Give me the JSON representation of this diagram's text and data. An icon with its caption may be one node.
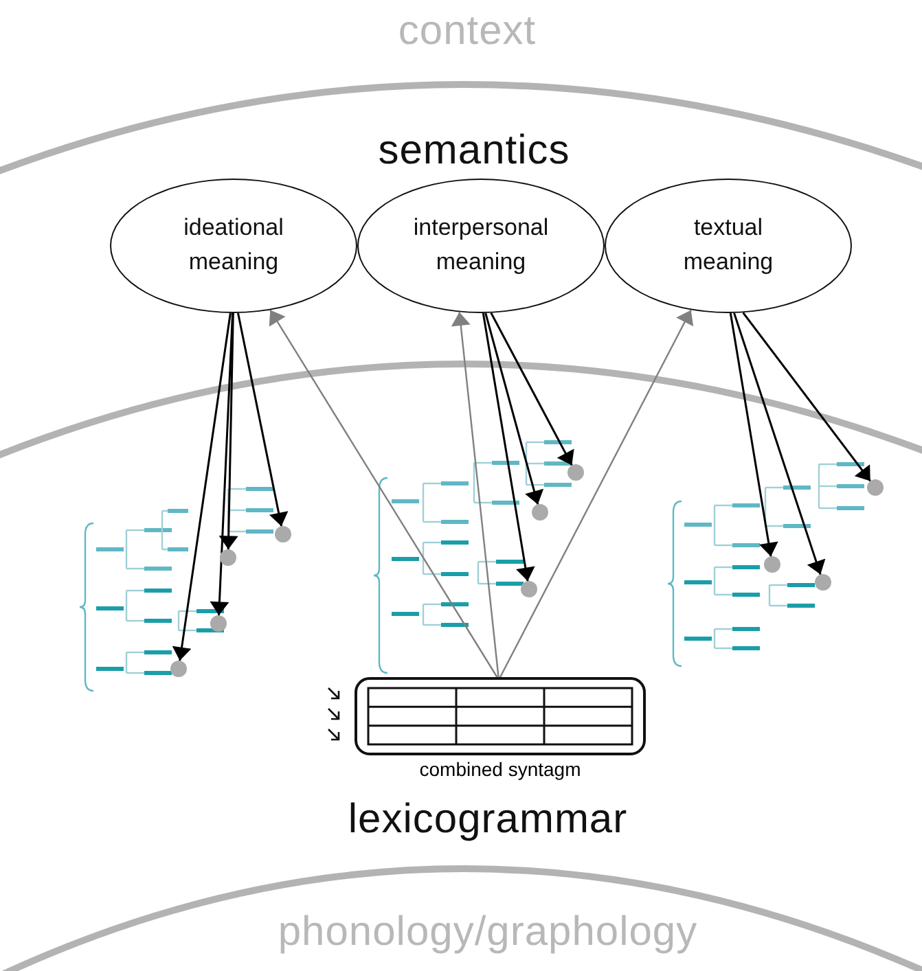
{
  "diagram": {
    "nodes": [
      {
        "text": [
          "ideational meaning"
        ]
      },
      {
        "text": [
          "interpersonal meaning"
        ]
      },
      {
        "text": [
          "textual meaning"
        ]
      },
      {
        "text": [],
        "shape": "circle"
      },
      {
        "text": [],
        "shape": "circle"
      },
      {
        "text": [],
        "shape": "circle"
      },
      {
        "text": [],
        "shape": "circle"
      },
      {
        "text": [],
        "shape": "circle"
      },
      {
        "text": [],
        "shape": "circle"
      },
      {
        "text": [],
        "shape": "circle"
      },
      {
        "text": [],
        "shape": "circle"
      },
      {
        "text": [],
        "shape": "circle"
      },
      {
        "text": [],
        "shape": "circle"
      },
      {
        "text": [],
        "shape": "box",
        "beside": [
          "combined syntagm"
        ]
      }
    ],
    "edges": [
      {
        "from": 0,
        "to": 3,
        "arrow": "to"
      },
      {
        "from": 0,
        "to": 4,
        "arrow": "to"
      },
      {
        "from": 0,
        "to": 5,
        "arrow": "to"
      },
      {
        "from": 0,
        "to": 6,
        "arrow": "to"
      },
      {
        "from": 1,
        "to": 7,
        "arrow": "to"
      },
      {
        "from": 1,
        "to": 8,
        "arrow": "to"
      },
      {
        "from": 1,
        "to": 9,
        "arrow": "to"
      },
      {
        "from": 2,
        "to": 10,
        "arrow": "to"
      },
      {
        "from": 2,
        "to": 11,
        "arrow": "to"
      },
      {
        "from": 2,
        "to": 12,
        "arrow": "to"
      },
      {
        "from": 13,
        "to": 0,
        "arrow": "to",
        "color": "#808080"
      },
      {
        "from": 13,
        "to": 1,
        "arrow": "to",
        "color": "#808080"
      },
      {
        "from": 13,
        "to": 2,
        "arrow": "to",
        "color": "#808080"
      }
    ],
    "labels": [
      "context",
      "semantics",
      "lexicogrammar",
      "phonology/graphology"
    ]
  }
}
